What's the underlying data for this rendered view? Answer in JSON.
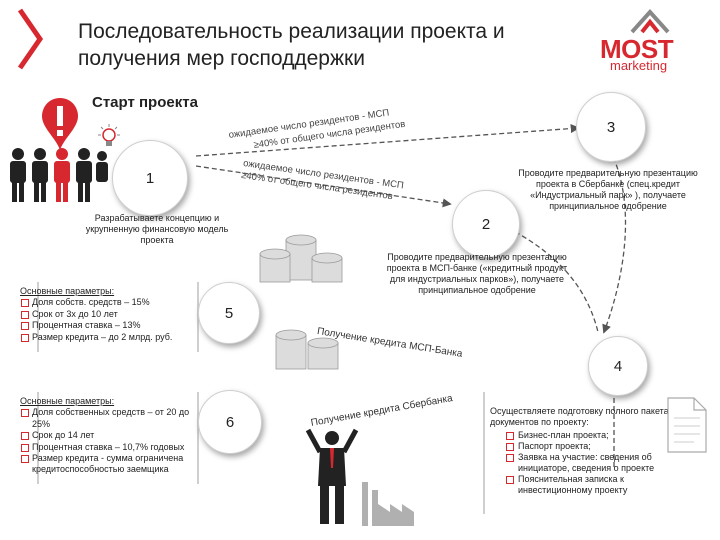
{
  "title": "Последовательность реализации проекта и получения мер господдержки",
  "logo": {
    "brand": "MOST",
    "sub": "marketing"
  },
  "start_label": "Старт проекта",
  "steps": {
    "s1": "1",
    "s2": "2",
    "s3": "3",
    "s4": "4",
    "s5": "5",
    "s6": "6"
  },
  "step1_text": "Разрабатываете концепцию и укрупненную финансовую модель проекта",
  "arrow_top_text_1": "ожидаемое число резидентов - МСП",
  "arrow_top_text_2": "≥40% от общего числа резидентов",
  "arrow_mid_text_1": "ожидаемое число резидентов - МСП",
  "arrow_mid_text_2": "≥40% от общего числа резидентов",
  "step2_text": "Проводите предварительную презентацию проекта в МСП-банке («кредитный продукт для индустриальных парков»), получаете принципиальное одобрение",
  "step3_text": "Проводите предварительную презентацию проекта в Сбербанке (спец.кредит «Индустриальный парк» ), получаете принципиальное одобрение",
  "loan_msp": "Получение кредита МСП-Банка",
  "loan_sber": "Получение кредита Сбербанка",
  "params5": {
    "header": "Основные параметры:",
    "items": [
      "Доля собств. средств – 15%",
      "Срок от 3х до 10 лет",
      "Процентная ставка – 13%",
      "Размер кредита – до 2 млрд. руб."
    ]
  },
  "params6": {
    "header": "Основные параметры:",
    "items": [
      "Доля собственных средств – от 20 до 25%",
      "Срок до 14 лет",
      "Процентная ставка – 10,7% годовых",
      "Размер кредита - сумма ограничена кредитоспособностью заемщика"
    ]
  },
  "step4": {
    "intro": "Осуществляете подготовку полного пакета документов по проекту:",
    "items": [
      "Бизнес-план проекта;",
      "Паспорт проекта;",
      "Заявка на участие: сведения об инициаторе, сведения о проекте",
      "Пояснительная записка к инвестиционному проекту"
    ]
  },
  "colors": {
    "accent": "#d7282f",
    "text": "#222222",
    "line": "#555555"
  },
  "icons": [
    "chevron-icon",
    "exclamation-icon",
    "lightbulb-icon",
    "people-icon",
    "coins-icon",
    "document-icon",
    "businessman-icon",
    "factory-icon"
  ]
}
